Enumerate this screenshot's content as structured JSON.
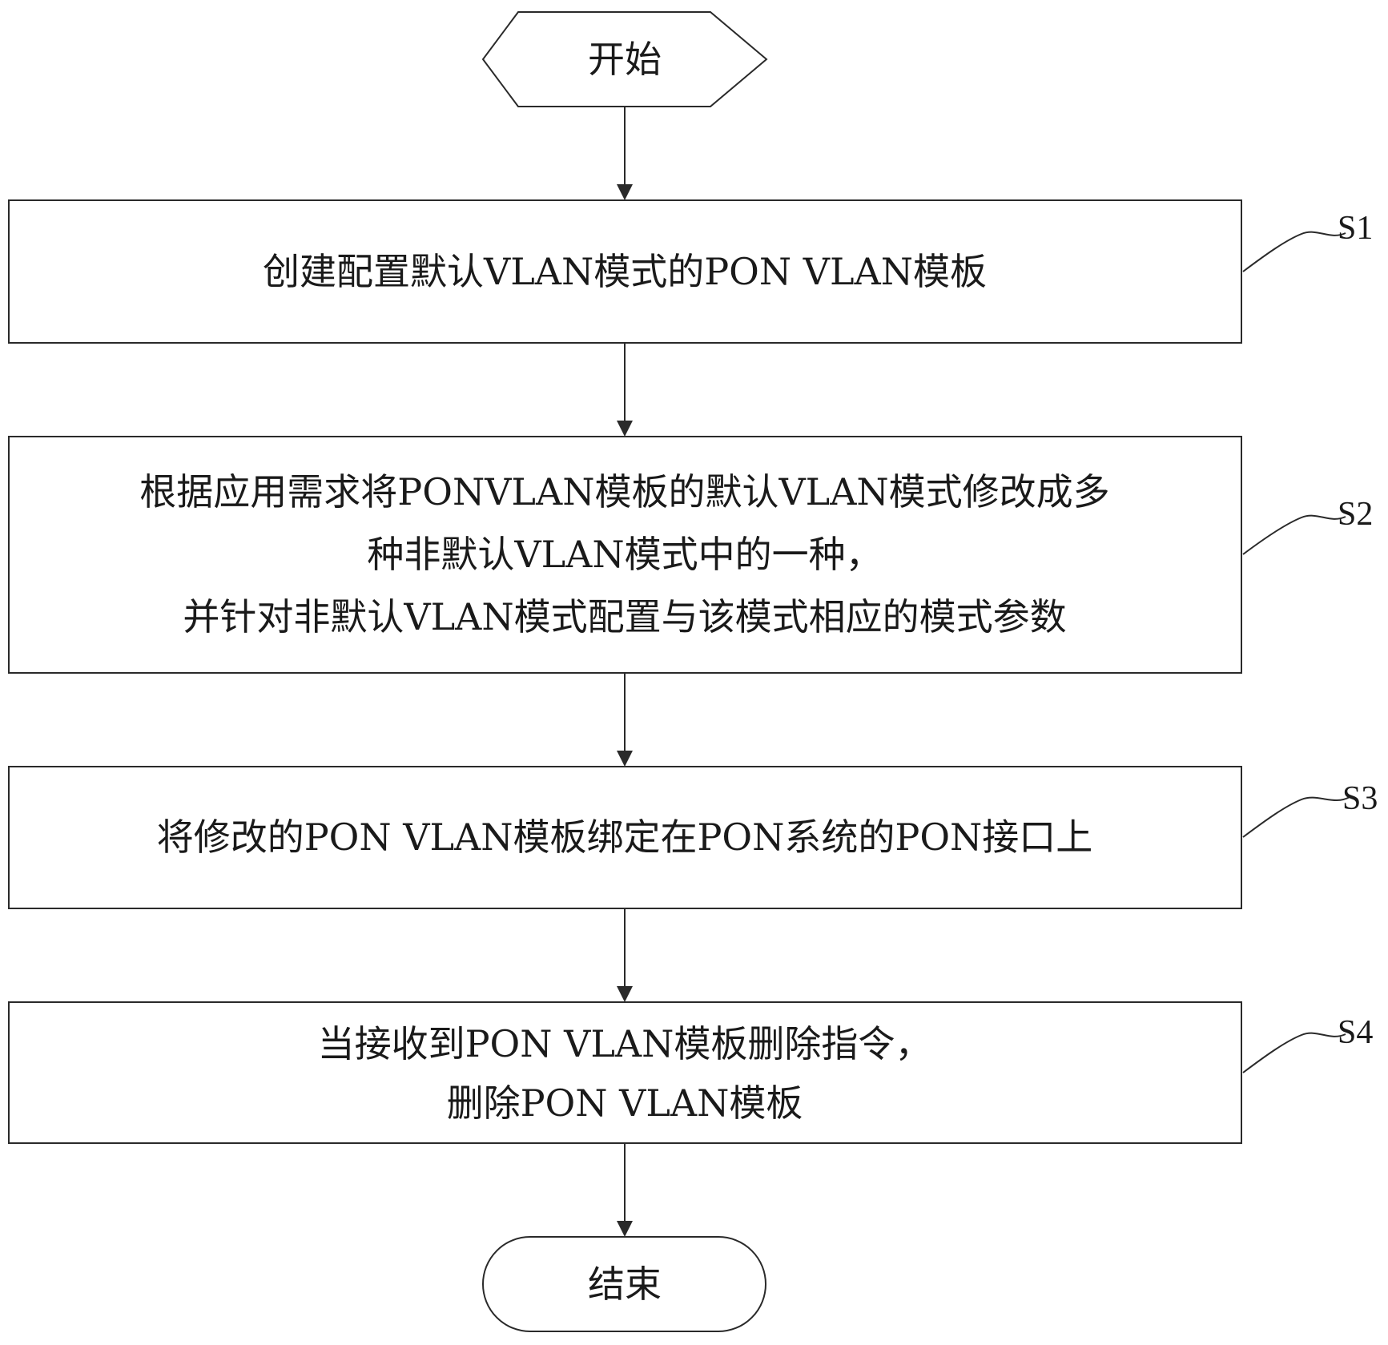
{
  "flowchart": {
    "start": {
      "label": "开始"
    },
    "end": {
      "label": "结束"
    },
    "steps": [
      {
        "id": "S1",
        "lines": [
          "创建配置默认VLAN模式的PON VLAN模板"
        ]
      },
      {
        "id": "S2",
        "lines": [
          "根据应用需求将PONVLAN模板的默认VLAN模式修改成多",
          "种非默认VLAN模式中的一种，",
          "并针对非默认VLAN模式配置与该模式相应的模式参数"
        ]
      },
      {
        "id": "S3",
        "lines": [
          "将修改的PON VLAN模板绑定在PON系统的PON接口上"
        ]
      },
      {
        "id": "S4",
        "lines": [
          "当接收到PON VLAN模板删除指令，",
          "删除PON VLAN模板"
        ]
      }
    ]
  }
}
